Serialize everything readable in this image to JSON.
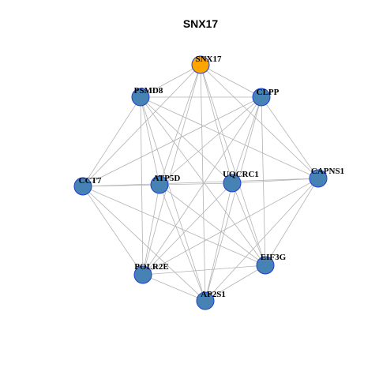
{
  "title": "SNX17",
  "colors": {
    "hub_node": "#FFA500",
    "node": "#4682B4",
    "node_border": "#1E3FD0",
    "edge": "#B3B3B3"
  },
  "nodes": [
    {
      "id": "SNX17",
      "label": "SNX17",
      "hub": true
    },
    {
      "id": "PSMD8",
      "label": "PSMD8",
      "hub": false
    },
    {
      "id": "CLPP",
      "label": "CLPP",
      "hub": false
    },
    {
      "id": "CCT7",
      "label": "CCT7",
      "hub": false
    },
    {
      "id": "ATP5D",
      "label": "ATP5D",
      "hub": false
    },
    {
      "id": "UQCRC1",
      "label": "UQCRC1",
      "hub": false
    },
    {
      "id": "CAPNS1",
      "label": "CAPNS1",
      "hub": false
    },
    {
      "id": "POLR2E",
      "label": "POLR2E",
      "hub": false
    },
    {
      "id": "EIF3G",
      "label": "EIF3G",
      "hub": false
    },
    {
      "id": "AP2S1",
      "label": "AP2S1",
      "hub": false
    }
  ],
  "edges": [
    [
      "SNX17",
      "PSMD8"
    ],
    [
      "SNX17",
      "CLPP"
    ],
    [
      "SNX17",
      "CCT7"
    ],
    [
      "SNX17",
      "ATP5D"
    ],
    [
      "SNX17",
      "UQCRC1"
    ],
    [
      "SNX17",
      "CAPNS1"
    ],
    [
      "SNX17",
      "POLR2E"
    ],
    [
      "SNX17",
      "EIF3G"
    ],
    [
      "SNX17",
      "AP2S1"
    ],
    [
      "PSMD8",
      "CLPP"
    ],
    [
      "PSMD8",
      "CCT7"
    ],
    [
      "PSMD8",
      "ATP5D"
    ],
    [
      "PSMD8",
      "UQCRC1"
    ],
    [
      "PSMD8",
      "CAPNS1"
    ],
    [
      "PSMD8",
      "POLR2E"
    ],
    [
      "PSMD8",
      "EIF3G"
    ],
    [
      "PSMD8",
      "AP2S1"
    ],
    [
      "CLPP",
      "CCT7"
    ],
    [
      "CLPP",
      "ATP5D"
    ],
    [
      "CLPP",
      "UQCRC1"
    ],
    [
      "CLPP",
      "CAPNS1"
    ],
    [
      "CLPP",
      "POLR2E"
    ],
    [
      "CLPP",
      "EIF3G"
    ],
    [
      "CLPP",
      "AP2S1"
    ],
    [
      "CCT7",
      "ATP5D"
    ],
    [
      "CCT7",
      "CAPNS1"
    ],
    [
      "CCT7",
      "POLR2E"
    ],
    [
      "CCT7",
      "EIF3G"
    ],
    [
      "CCT7",
      "AP2S1"
    ],
    [
      "ATP5D",
      "UQCRC1"
    ],
    [
      "ATP5D",
      "POLR2E"
    ],
    [
      "ATP5D",
      "EIF3G"
    ],
    [
      "ATP5D",
      "AP2S1"
    ],
    [
      "UQCRC1",
      "CAPNS1"
    ],
    [
      "UQCRC1",
      "POLR2E"
    ],
    [
      "UQCRC1",
      "EIF3G"
    ],
    [
      "UQCRC1",
      "AP2S1"
    ],
    [
      "CAPNS1",
      "POLR2E"
    ],
    [
      "CAPNS1",
      "EIF3G"
    ],
    [
      "CAPNS1",
      "AP2S1"
    ],
    [
      "POLR2E",
      "EIF3G"
    ],
    [
      "POLR2E",
      "AP2S1"
    ],
    [
      "EIF3G",
      "AP2S1"
    ]
  ]
}
